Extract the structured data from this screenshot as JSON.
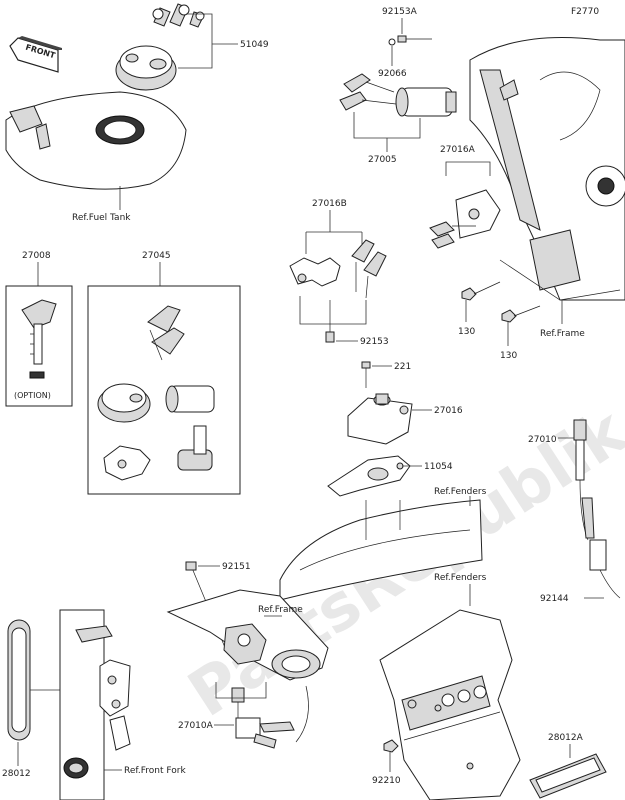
{
  "diagram_code": "F2770",
  "front_badge": "FRONT",
  "watermark": "PartsRepublik",
  "part_numbers": {
    "p51049": "51049",
    "p92153A": "92153A",
    "p92066": "92066",
    "p27005": "27005",
    "p27016A": "27016A",
    "p27016B": "27016B",
    "p27008": "27008",
    "p27045": "27045",
    "p92153": "92153",
    "p130a": "130",
    "p130b": "130",
    "p221": "221",
    "p27016": "27016",
    "p11054": "11054",
    "p27010": "27010",
    "p92144": "92144",
    "p92151": "92151",
    "p27010A": "27010A",
    "p28012": "28012",
    "p28012A": "28012A",
    "p92210": "92210"
  },
  "references": {
    "fuel_tank": "Ref.Fuel Tank",
    "frame_right": "Ref.Frame",
    "fenders_upper": "Ref.Fenders",
    "frame_lower": "Ref.Frame",
    "fenders_lower": "Ref.Fenders",
    "front_fork": "Ref.Front Fork"
  },
  "option_label": "(OPTION)"
}
